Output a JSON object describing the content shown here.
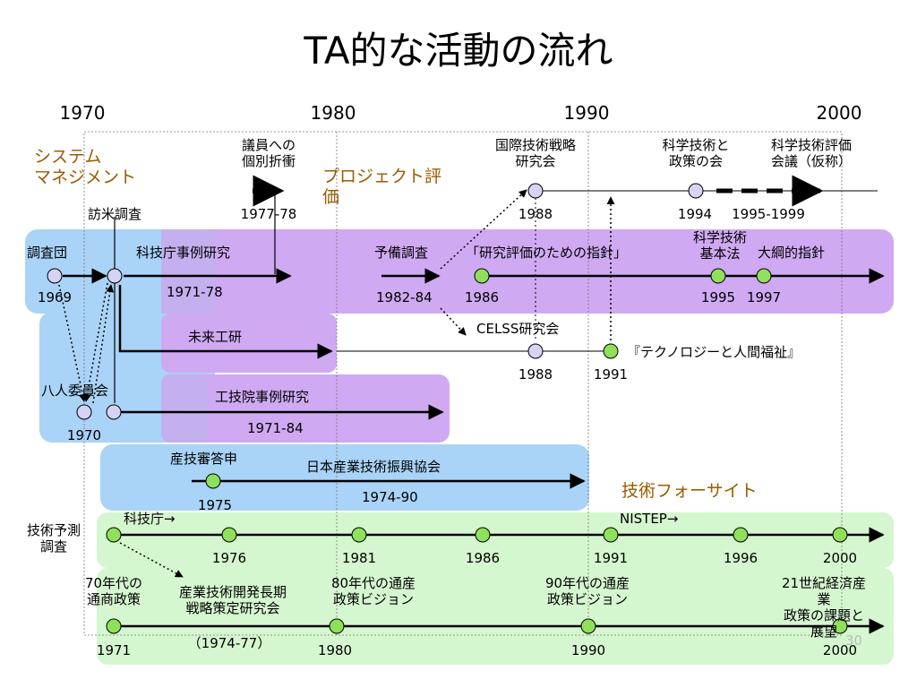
{
  "title": "TA的な活動の流れ",
  "decades": [
    "1970",
    "1980",
    "1990",
    "2000"
  ],
  "sections": {
    "system_management": "システム\nマネジメント",
    "project_eval": "プロジェクト評\n価",
    "tech_foresight": "技術フォーサイト"
  },
  "labels": {
    "gi_in": "議員への\n個別折衝",
    "gi_in_years": "1977-78",
    "kokusai": "国際技術戦略\n研究会",
    "kokusai_year": "1988",
    "kagaku_seisaku": "科学技術と\n政策の会",
    "kagaku_seisaku_year": "1994",
    "kagaku_hyoka": "科学技術評価\n会議（仮称）",
    "kagaku_hyoka_years": "1995-1999",
    "houbei": "訪米調査",
    "chousadan": "調査団",
    "chousadan_year": "1969",
    "kagicho_jirei": "科技庁事例研究",
    "kagicho_years": "1971-78",
    "yobi": "予備調査",
    "yobi_years": "1982-84",
    "shishin": "「研究評価のための指針」",
    "shishin_year": "1986",
    "kihonho": "科学技術\n基本法",
    "kihonho_year": "1995",
    "taiko": "大綱的指針",
    "taiko_year": "1997",
    "mirai": "未来工研",
    "celss": "CELSS研究会",
    "celss_year": "1988",
    "techno": "『テクノロジーと人間福祉』",
    "techno_year": "1991",
    "hachinin": "八人委員会",
    "hachinin_year": "1970",
    "kogiin": "工技院事例研究",
    "kogiin_years": "1971-84",
    "sangishin": "産技審答申",
    "sangishin_year": "1975",
    "nihon_sangyo": "日本産業技術振興協会",
    "nihon_sangyo_years": "1974-90",
    "gijutsu_yosoku": "技術予測\n調査",
    "kagicho_arrow": "科技庁→",
    "nistep": "NISTEP→",
    "yosoku_years": [
      "1976",
      "1981",
      "1986",
      "1991",
      "1996",
      "2000"
    ],
    "s70": "70年代の\n通商政策",
    "sangyo_choki": "産業技術開発長期\n戦略策定研究会",
    "sangyo_choki_years": "（1974-77）",
    "s80": "80年代の通産\n政策ビジョン",
    "s90": "90年代の通産\n政策ビジョン",
    "s21": "21世紀経済産業\n政策の課題と展望",
    "tsusan_years": [
      "1971",
      "1980",
      "1990",
      "2000"
    ]
  },
  "slide_number": "30",
  "colors": {
    "blue_band": "#a9d3f7",
    "purple_band": "#cfa9f2",
    "green_band": "#d5f7cf",
    "node_light": "#d6d3f4",
    "node_green": "#8fe05a",
    "section_text": "#9a5b00"
  }
}
